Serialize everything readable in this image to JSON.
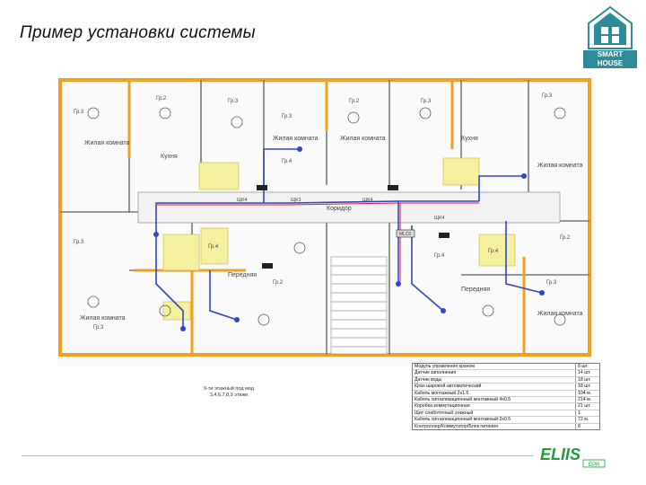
{
  "slide": {
    "title": "Пример установки системы"
  },
  "logo": {
    "line1": "SMART",
    "line2": "HOUSE",
    "color": "#2e8c9a"
  },
  "company_logo": {
    "text": "ELIIS",
    "suffix": "EPR",
    "color": "#1f9a3c"
  },
  "plan": {
    "room_labels": [
      "Гр.3",
      "Гр.3",
      "Гр.2",
      "Гр.3",
      "Гр.3",
      "Гр.2",
      "Гр.3",
      "Гр.3",
      "Гр.2",
      "Гр.3",
      "Гр.3",
      "Гр.2",
      "Гр.4",
      "Гр.4",
      "Гр.4",
      "Гр.4"
    ],
    "room_names": [
      "Жилая комната",
      "Кухня",
      "Жилая комната",
      "Жилая комната",
      "Кухня",
      "Жилая комната",
      "Передняя",
      "Жилая комната",
      "Передняя",
      "Жилая комната"
    ],
    "corridor": "Коридор",
    "panels": [
      "ЩК4",
      "ЩК3",
      "ЩК4",
      "ЩК4"
    ],
    "central_unit": "MLC0",
    "accent_orange": "#f0a020",
    "accent_blue": "#3344cc",
    "accent_yellow": "#f5f0a0"
  },
  "note": {
    "line1": "9-ти этажный под мод",
    "line2": "3,4,6,7,8,9 этажи"
  },
  "legend": [
    {
      "text": "Модуль управления краном",
      "qty": "8 шт."
    },
    {
      "text": "Датчик заполнения",
      "qty": "14 шт."
    },
    {
      "text": "Датчик воды",
      "qty": "18 шт."
    },
    {
      "text": "Кран шаровой автоматический",
      "qty": "18 шт."
    },
    {
      "text": "Кабель монтажный 2x1.5",
      "qty": "104 м."
    },
    {
      "text": "Кабель сигнализационный монтажный 4x0.5",
      "qty": "214 м."
    },
    {
      "text": "Коробка коммутационная",
      "qty": "21 шт."
    },
    {
      "text": "Щит слаботочный этажный",
      "qty": "1"
    },
    {
      "text": "Кабель сигнализационный монтажный 2x0.5",
      "qty": "72 м."
    },
    {
      "text": "Контроллер/Коммутатор/Блок питания",
      "qty": "8"
    }
  ]
}
